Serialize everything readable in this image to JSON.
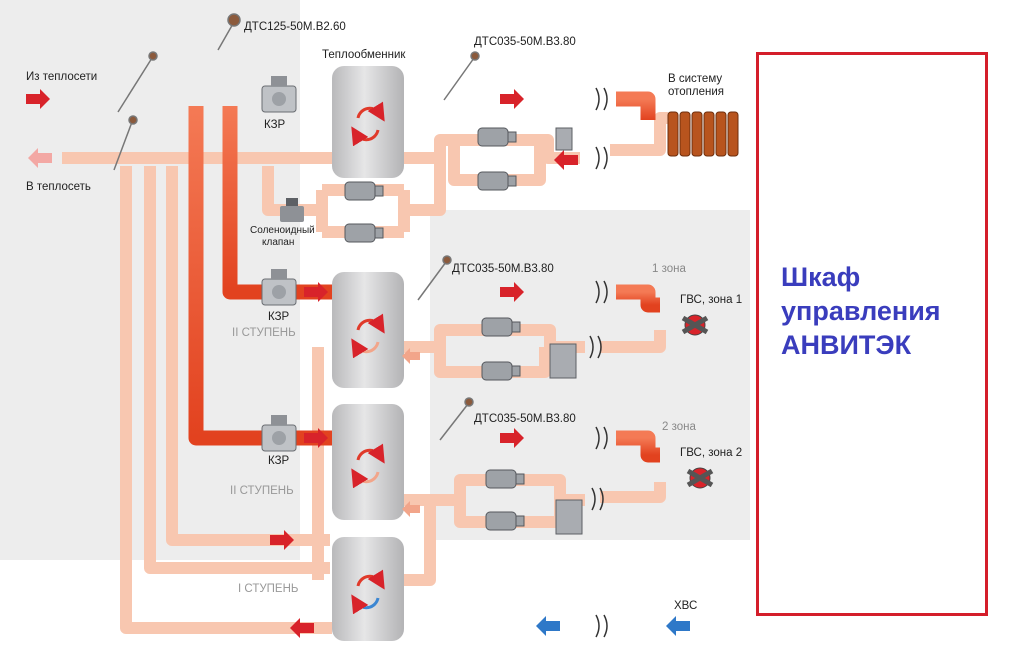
{
  "labels": {
    "from_network": "Из теплосети",
    "to_network": "В теплосеть",
    "heat_exchanger": "Теплообменник",
    "sensor_top": "ДТС125-50М.В2.60",
    "sensor_heating": "ДТС035-50М.В3.80",
    "sensor_zone1": "ДТС035-50М.В3.80",
    "sensor_zone2": "ДТС035-50М.В3.80",
    "to_heating_1": "В систему",
    "to_heating_2": "отопления",
    "valve_1": "КЗР",
    "valve_2": "КЗР",
    "valve_3": "КЗР",
    "solenoid_1": "Соленоидный",
    "solenoid_2": "клапан",
    "zone1": "1 зона",
    "zone2": "2 зона",
    "hot_water_zone1": "ГВС, зона 1",
    "hot_water_zone2": "ГВС, зона 2",
    "stage_2a": "II СТУПЕНЬ",
    "stage_2b": "II СТУПЕНЬ",
    "stage_1": "I СТУПЕНЬ",
    "cold_water": "ХВС"
  },
  "cabinet": {
    "line1": "Шкаф",
    "line2": "управления",
    "line3": "АНВИТЭК"
  },
  "colors": {
    "hot_pipe": "#ef5a36",
    "return_pipe": "#f8c7b0",
    "cold_pipe": "#86b8e4",
    "exchanger": "#cfcfd1",
    "cabinet_border": "#d41e2a",
    "cabinet_text": "#3a3dbd"
  }
}
